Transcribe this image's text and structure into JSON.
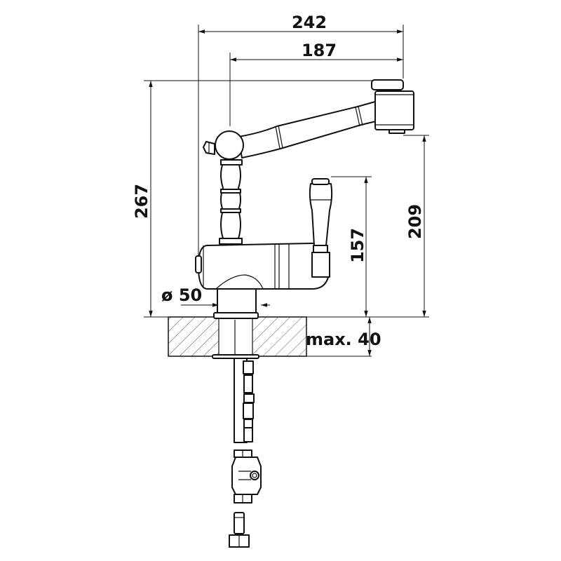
{
  "drawing": {
    "colors": {
      "line": "#111111",
      "background": "#ffffff"
    },
    "dimensions": {
      "overall_reach": "242",
      "spout_reach": "187",
      "total_height": "267",
      "spout_outlet_height": "209",
      "lever_height": "157",
      "base_diameter": "ø 50",
      "max_counter_thickness": "max. 40"
    }
  }
}
